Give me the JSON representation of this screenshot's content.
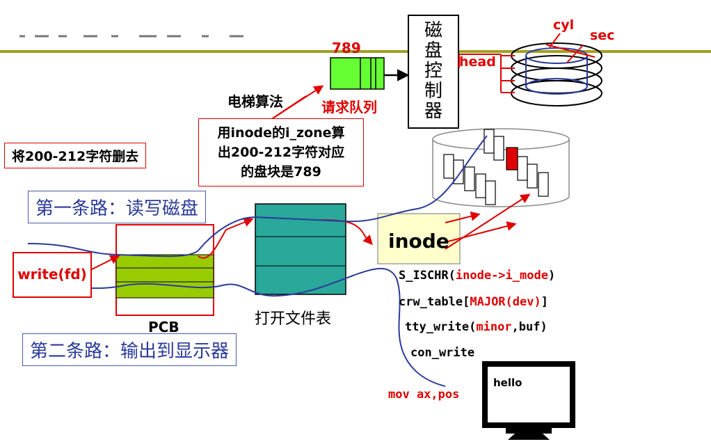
{
  "colors": {
    "olive_rule": "#a0a020",
    "red": "#e00000",
    "blue_curve": "#2a3a9a",
    "green_queue": "#66ff33",
    "teal_table": "#2aa89a",
    "pcb_green": "#99cc00",
    "inode_fill": "#ffffcc"
  },
  "queue": {
    "label": "789",
    "caption": "请求队列"
  },
  "elevator": "电梯算法",
  "controller": {
    "chars": [
      "磁",
      "盘",
      "控",
      "制",
      "器"
    ]
  },
  "disk": {
    "cyl": "cyl",
    "sec": "sec",
    "head": "head"
  },
  "note_delete": "将200-212字符删去",
  "note_inode": {
    "lines": [
      "用inode的i_zone算",
      "出200-212字符对应",
      "的盘块是789"
    ]
  },
  "path1": "第一条路：读写磁盘",
  "path2": "第二条路：输出到显示器",
  "write_fd": "write(fd)",
  "pcb": "PCB",
  "file_table": "打开文件表",
  "inode": "inode",
  "calls": [
    {
      "name": "S_ISCHR(",
      "arg": "inode->i_mode",
      "tail": ")"
    },
    {
      "name": "crw_table[",
      "arg": "MAJOR(dev)",
      "tail": "]"
    },
    {
      "name": "tty_write(",
      "arg": "minor",
      "tail": ",buf)"
    },
    {
      "name": "con_write",
      "arg": "",
      "tail": ""
    }
  ],
  "mov": "mov ax,pos",
  "monitor_text": "hello"
}
